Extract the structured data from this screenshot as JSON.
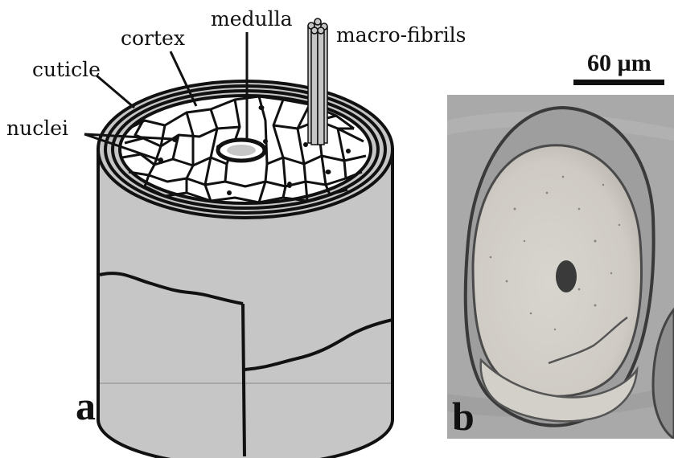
{
  "labels": {
    "medulla": "medulla",
    "cortex": "cortex",
    "macro_fibrils": "macro-fibrils",
    "cuticle": "cuticle",
    "nuclei": "nuclei"
  },
  "panels": {
    "a": "a",
    "b": "b"
  },
  "scale_bar": {
    "text": "60 µm"
  },
  "colors": {
    "cylinder_fill": "#c6c6c6",
    "outline": "#111111",
    "micrograph_bg": "#a9a9a9"
  }
}
